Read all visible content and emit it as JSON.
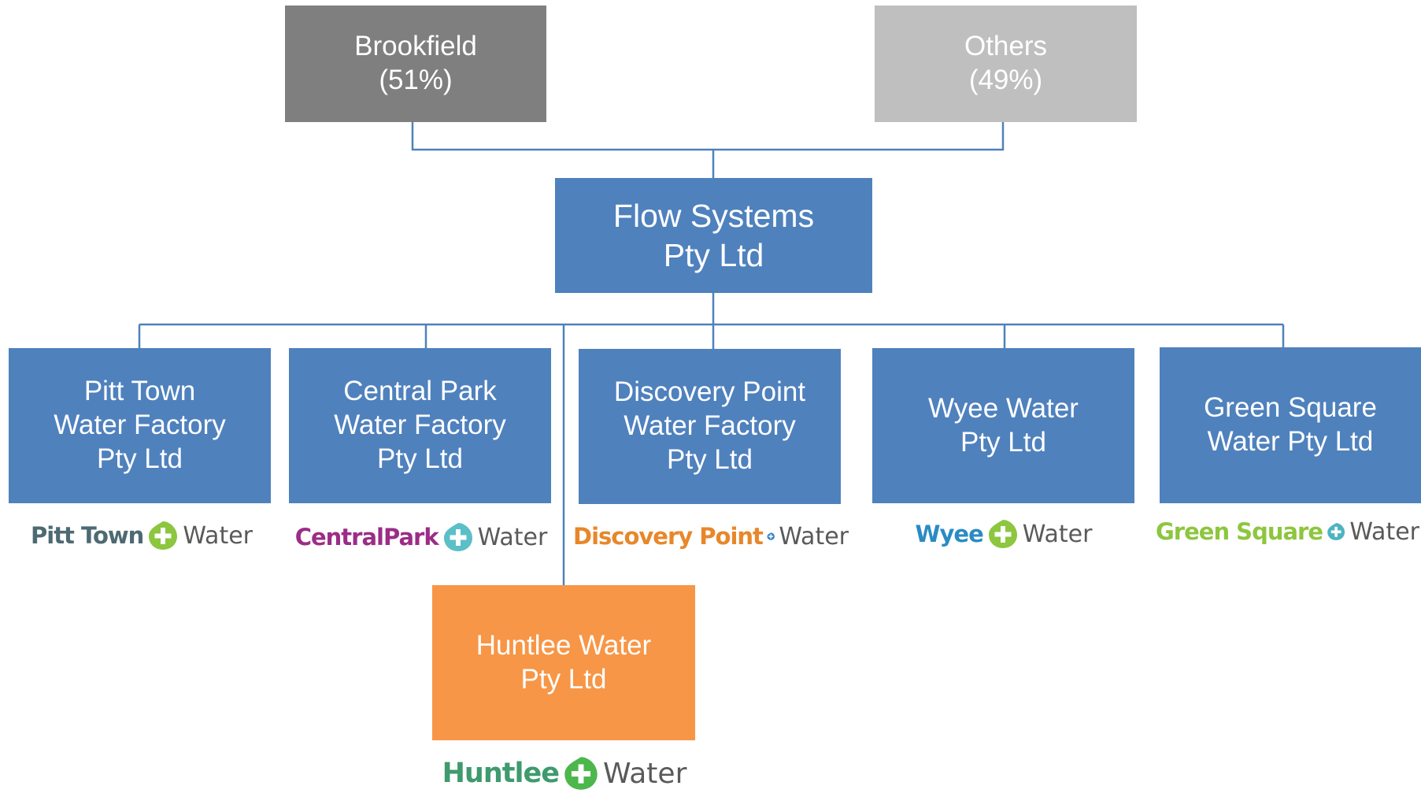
{
  "owners": [
    {
      "id": "brookfield",
      "name": "Brookfield",
      "share": "(51%)"
    },
    {
      "id": "others",
      "name": "Others",
      "share": "(49%)"
    }
  ],
  "parent": {
    "line1": "Flow Systems",
    "line2": "Pty Ltd"
  },
  "subsidiaries": [
    {
      "id": "pitt",
      "lines": [
        "Pitt Town",
        "Water Factory",
        "Pty Ltd"
      ],
      "logo_brand": "Pitt Town",
      "logo_water": "Water",
      "logo_brand_color": "#4d6a73",
      "logo_plus_color": "#8dc63f"
    },
    {
      "id": "central",
      "lines": [
        "Central Park",
        "Water Factory",
        "Pty Ltd"
      ],
      "logo_brand": "CentralPark",
      "logo_water": "Water",
      "logo_brand_color": "#9b2d86",
      "logo_plus_color": "#5bbfc8"
    },
    {
      "id": "discovery",
      "lines": [
        "Discovery Point",
        "Water Factory",
        "Pty Ltd"
      ],
      "logo_brand": "Discovery Point",
      "logo_water": "Water",
      "logo_brand_color": "#e8872a",
      "logo_plus_color": "#3d86c6"
    },
    {
      "id": "wyee",
      "lines": [
        "Wyee Water",
        "Pty Ltd"
      ],
      "logo_brand": "Wyee",
      "logo_water": "Water",
      "logo_brand_color": "#2a8bc4",
      "logo_plus_color": "#8dc63f"
    },
    {
      "id": "green",
      "lines": [
        "Green Square",
        "Water Pty Ltd"
      ],
      "logo_brand": "Green Square",
      "logo_water": "Water",
      "logo_brand_color": "#8dc63f",
      "logo_plus_color": "#4eb3c1"
    }
  ],
  "huntlee": {
    "lines": [
      "Huntlee Water",
      "Pty Ltd"
    ],
    "logo_brand": "Huntlee",
    "logo_water": "Water",
    "logo_brand_color": "#3f9a6e",
    "logo_plus_color": "#4cb74a"
  },
  "colors": {
    "brookfield": "#7f7f7f",
    "others": "#bfbfbf",
    "entity": "#4f81bd",
    "huntlee": "#f79646",
    "connector": "#4f81bd"
  }
}
